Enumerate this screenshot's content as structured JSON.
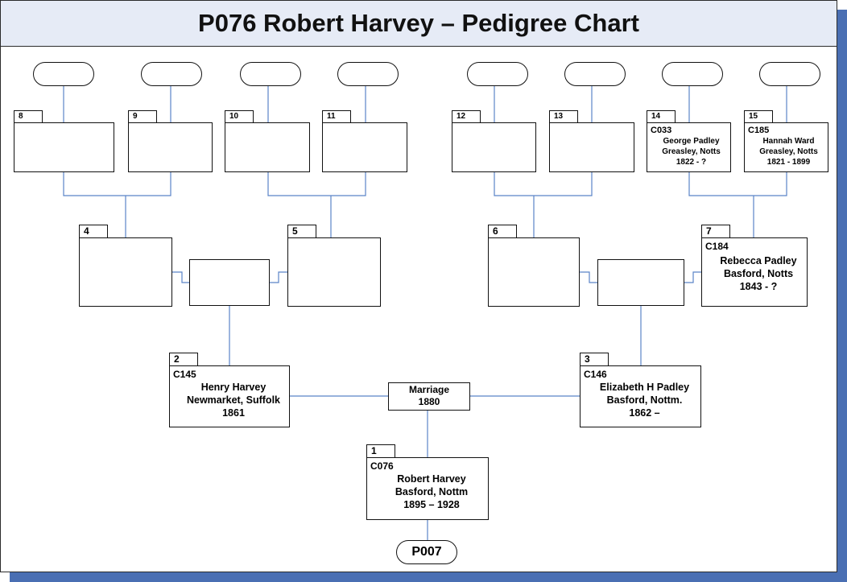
{
  "title": "P076 Robert Harvey – Pedigree Chart",
  "reference": "P007",
  "marriage": {
    "label": "Marriage",
    "year": "1880"
  },
  "persons": {
    "p1": {
      "num": "1",
      "id": "C076",
      "name": "Robert Harvey",
      "place": "Basford, Nottm",
      "dates": "1895 – 1928"
    },
    "p2": {
      "num": "2",
      "id": "C145",
      "name": "Henry Harvey",
      "place": "Newmarket, Suffolk",
      "dates": "1861"
    },
    "p3": {
      "num": "3",
      "id": "C146",
      "name": "Elizabeth H Padley",
      "place": "Basford, Nottm.",
      "dates": "1862 –"
    },
    "p4": {
      "num": "4"
    },
    "p5": {
      "num": "5"
    },
    "p6": {
      "num": "6"
    },
    "p7": {
      "num": "7",
      "id": "C184",
      "name": "Rebecca Padley",
      "place": "Basford, Notts",
      "dates": "1843 - ?"
    },
    "p8": {
      "num": "8"
    },
    "p9": {
      "num": "9"
    },
    "p10": {
      "num": "10"
    },
    "p11": {
      "num": "11"
    },
    "p12": {
      "num": "12"
    },
    "p13": {
      "num": "13"
    },
    "p14": {
      "num": "14",
      "id": "C033",
      "name": "George Padley",
      "place": "Greasley, Notts",
      "dates": "1822 - ?"
    },
    "p15": {
      "num": "15",
      "id": "C185",
      "name": "Hannah Ward",
      "place": "Greasley, Notts",
      "dates": "1821 - 1899"
    }
  },
  "colors": {
    "connector": "#5b84c8",
    "shadow": "#4a6fb3",
    "header_bg": "#e6ebf6"
  }
}
